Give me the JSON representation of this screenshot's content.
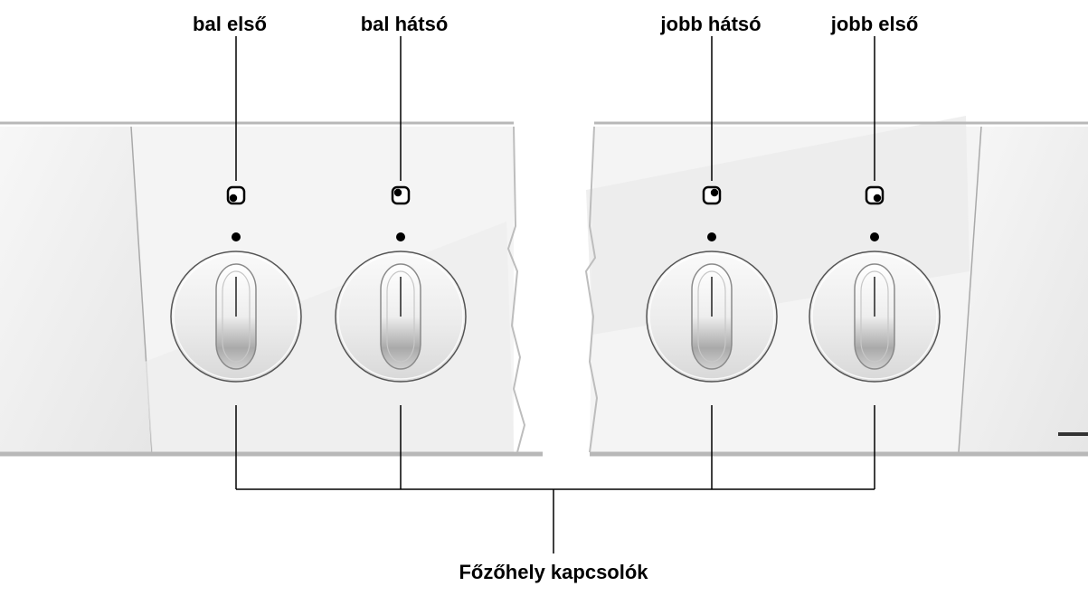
{
  "labels": {
    "bal_elso": "bal első",
    "bal_hatso": "bal hátsó",
    "jobb_hatso": "jobb hátsó",
    "jobb_elso": "jobb első",
    "bottom": "Főzőhely kapcsolók"
  },
  "knobs": [
    {
      "id": "bal-elso",
      "label": "bal első",
      "indicator": "front-left"
    },
    {
      "id": "bal-hatso",
      "label": "bal hátsó",
      "indicator": "back-left"
    },
    {
      "id": "jobb-hatso",
      "label": "jobb hátsó",
      "indicator": "back-right"
    },
    {
      "id": "jobb-elso",
      "label": "jobb első",
      "indicator": "front-right"
    }
  ],
  "colors": {
    "panel": "#f3f3f3",
    "panel_shade": "#e8e8e8",
    "panel_border": "#b5b5b5",
    "line": "#000000",
    "knob_outline": "#555555"
  }
}
